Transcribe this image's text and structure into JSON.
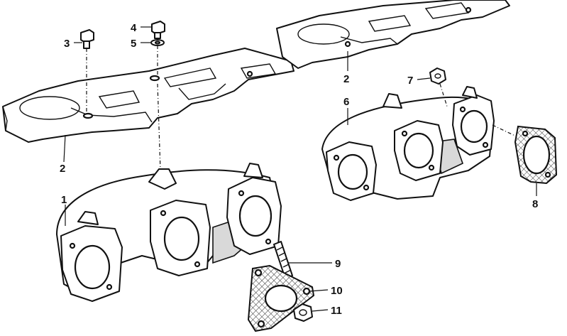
{
  "callouts": {
    "c1": "1",
    "c2a": "2",
    "c2b": "2",
    "c3": "3",
    "c4": "4",
    "c5": "5",
    "c6": "6",
    "c7": "7",
    "c8": "8",
    "c9": "9",
    "c10": "10",
    "c11": "11"
  }
}
